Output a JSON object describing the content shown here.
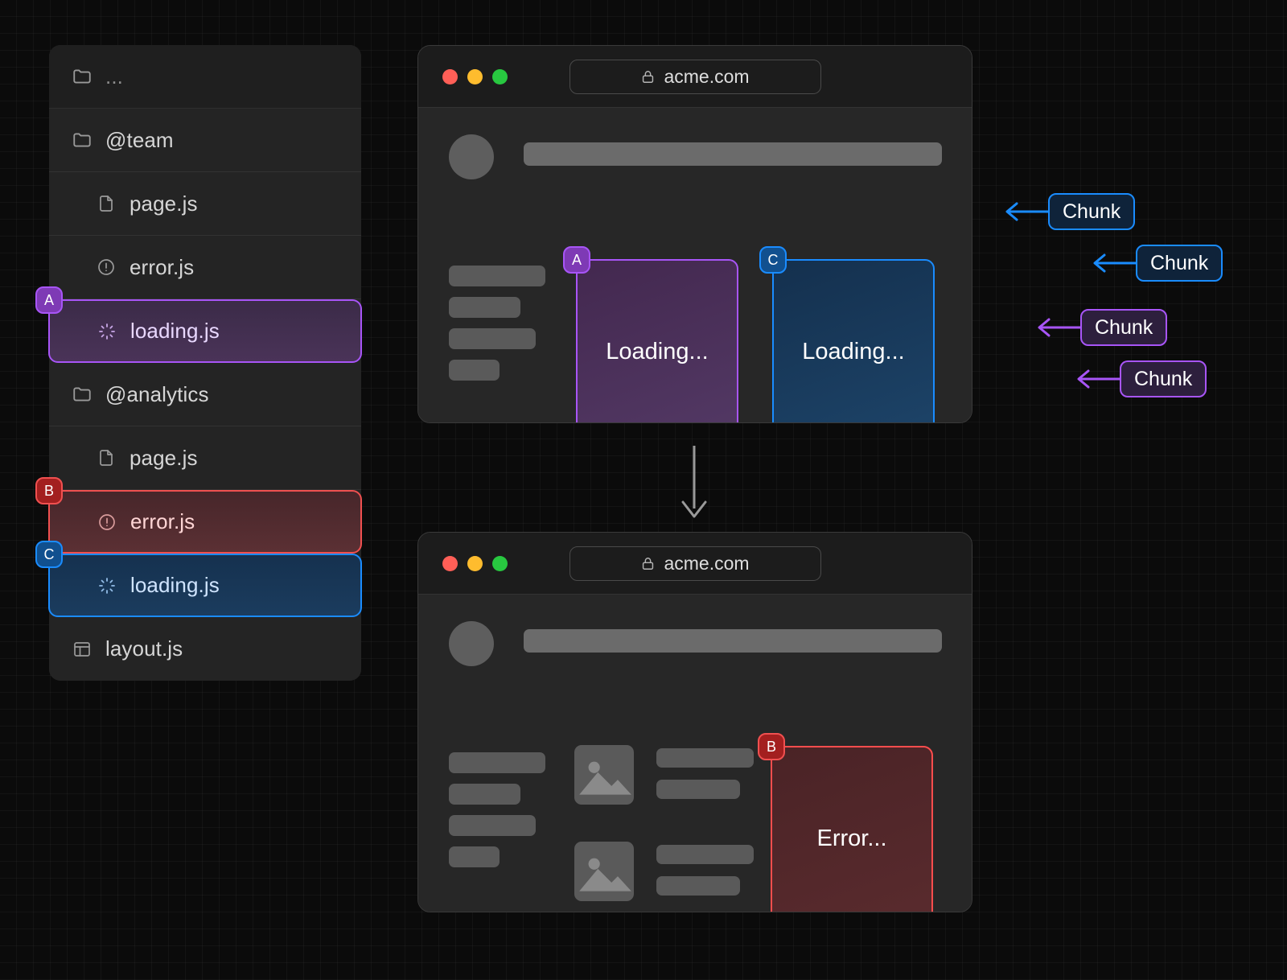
{
  "file_tree": {
    "rows": [
      {
        "label": "...",
        "icon": "folder-icon",
        "indent": false,
        "highlight": "none",
        "badge": null
      },
      {
        "label": "@team",
        "icon": "folder-icon",
        "indent": false,
        "highlight": "none",
        "badge": null
      },
      {
        "label": "page.js",
        "icon": "file-icon",
        "indent": true,
        "highlight": "none",
        "badge": null
      },
      {
        "label": "error.js",
        "icon": "alert-circle-icon",
        "indent": true,
        "highlight": "none",
        "badge": null
      },
      {
        "label": "loading.js",
        "icon": "loader-icon",
        "indent": true,
        "highlight": "purple",
        "badge": "A"
      },
      {
        "label": "@analytics",
        "icon": "folder-icon",
        "indent": false,
        "highlight": "none",
        "badge": null
      },
      {
        "label": "page.js",
        "icon": "file-icon",
        "indent": true,
        "highlight": "none",
        "badge": null
      },
      {
        "label": "error.js",
        "icon": "alert-circle-icon",
        "indent": true,
        "highlight": "red",
        "badge": "B"
      },
      {
        "label": "loading.js",
        "icon": "loader-icon",
        "indent": true,
        "highlight": "blue",
        "badge": "C"
      },
      {
        "label": "layout.js",
        "icon": "layout-panel-icon",
        "indent": false,
        "highlight": "none",
        "badge": null
      }
    ]
  },
  "browser_top": {
    "url": "acme.com",
    "lock_icon": "lock-icon",
    "traffic_lights": [
      "close-red",
      "minimize-yellow",
      "zoom-green"
    ],
    "cards": [
      {
        "badge": "A",
        "label": "Loading...",
        "color": "#a855f7"
      },
      {
        "badge": "C",
        "label": "Loading...",
        "color": "#1a8cff"
      }
    ]
  },
  "browser_bottom": {
    "url": "acme.com",
    "lock_icon": "lock-icon",
    "traffic_lights": [
      "close-red",
      "minimize-yellow",
      "zoom-green"
    ],
    "cards": [
      {
        "badge": "B",
        "label": "Error...",
        "color": "#ff4d4d"
      }
    ]
  },
  "chunks": [
    {
      "label": "Chunk",
      "color": "blue",
      "hex": "#1a8cff"
    },
    {
      "label": "Chunk",
      "color": "blue",
      "hex": "#1a8cff"
    },
    {
      "label": "Chunk",
      "color": "purple",
      "hex": "#a855f7"
    },
    {
      "label": "Chunk",
      "color": "purple",
      "hex": "#a855f7"
    }
  ],
  "flow": {
    "direction": "down-arrow-icon"
  },
  "colors": {
    "background": "#0b0b0b",
    "panel": "#242424",
    "window": "#272727",
    "purple": "#a855f7",
    "blue": "#1a8cff",
    "red": "#f05050"
  }
}
